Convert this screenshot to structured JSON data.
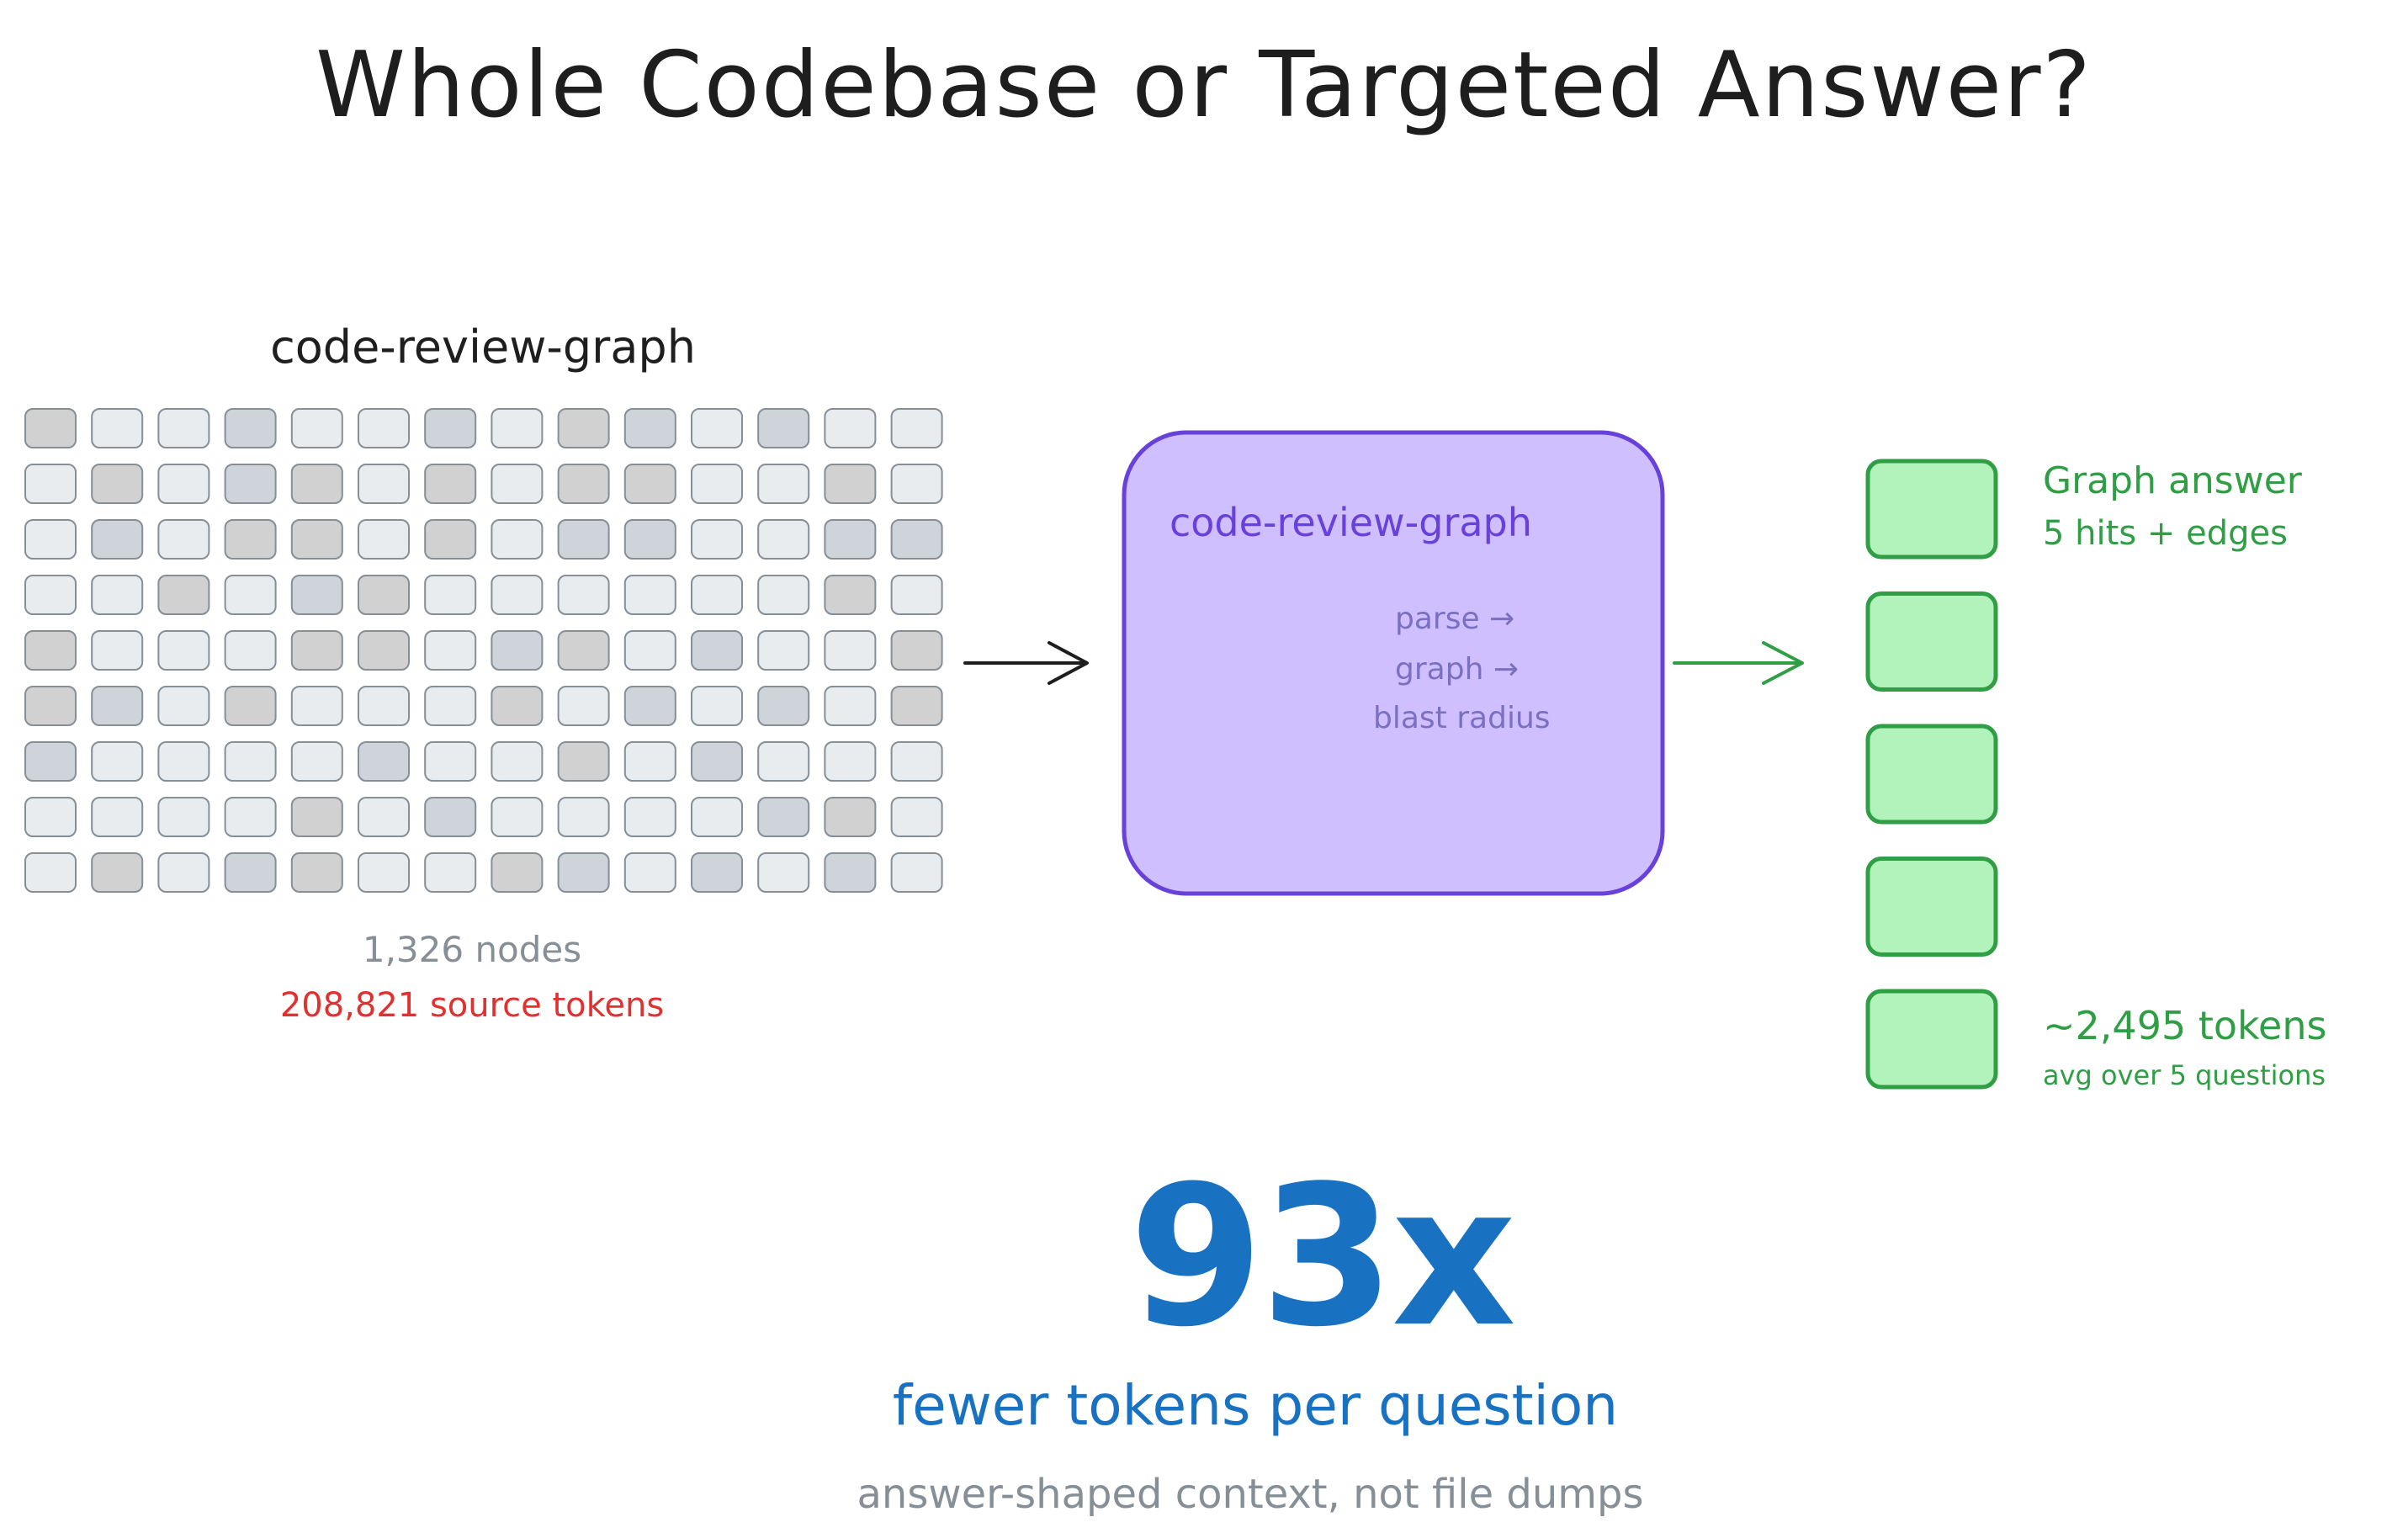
{
  "title": "Whole Codebase or Targeted Answer?",
  "codebase": {
    "label": "code-review-graph",
    "nodes_text": "1,326 nodes",
    "source_tokens_text": "208,821 source tokens",
    "grid": {
      "rows": 9,
      "cols": 14,
      "shades": [
        [
          2,
          0,
          0,
          1,
          0,
          0,
          1,
          0,
          2,
          1,
          0,
          1,
          0,
          0
        ],
        [
          0,
          2,
          0,
          1,
          2,
          0,
          2,
          0,
          2,
          2,
          0,
          0,
          2,
          0
        ],
        [
          0,
          1,
          0,
          2,
          2,
          0,
          2,
          0,
          1,
          1,
          0,
          0,
          1,
          1
        ],
        [
          0,
          0,
          2,
          0,
          1,
          2,
          0,
          0,
          0,
          0,
          0,
          0,
          2,
          0
        ],
        [
          2,
          0,
          0,
          0,
          2,
          2,
          0,
          1,
          2,
          0,
          1,
          0,
          0,
          2
        ],
        [
          2,
          1,
          0,
          2,
          0,
          0,
          0,
          2,
          0,
          1,
          0,
          1,
          0,
          2
        ],
        [
          1,
          0,
          0,
          0,
          0,
          1,
          0,
          0,
          2,
          0,
          1,
          0,
          0,
          0
        ],
        [
          0,
          0,
          0,
          0,
          2,
          0,
          1,
          0,
          0,
          0,
          0,
          1,
          2,
          0
        ],
        [
          0,
          2,
          0,
          1,
          2,
          0,
          0,
          2,
          1,
          0,
          1,
          0,
          1,
          0
        ]
      ],
      "fill_colors": [
        "#e9ecef",
        "#ced4da",
        "#d1d1d1"
      ],
      "stroke_color": "#868e96"
    }
  },
  "processor": {
    "title": "code-review-graph",
    "steps": [
      "parse →",
      "graph →",
      "blast radius"
    ],
    "fill_color": "#d0bfff",
    "stroke_color": "#6741d9"
  },
  "answer": {
    "title": "Graph answer",
    "subtitle": "5 hits + edges",
    "tokens_text": "~2,495 tokens",
    "avg_text": "avg over 5 questions",
    "hit_count": 5,
    "fill_color": "#b2f2bb",
    "stroke_color": "#2f9e44"
  },
  "summary": {
    "ratio": "93x",
    "caption": "fewer tokens per question",
    "note": "answer-shaped context, not file dumps",
    "color": "#1971c2"
  }
}
